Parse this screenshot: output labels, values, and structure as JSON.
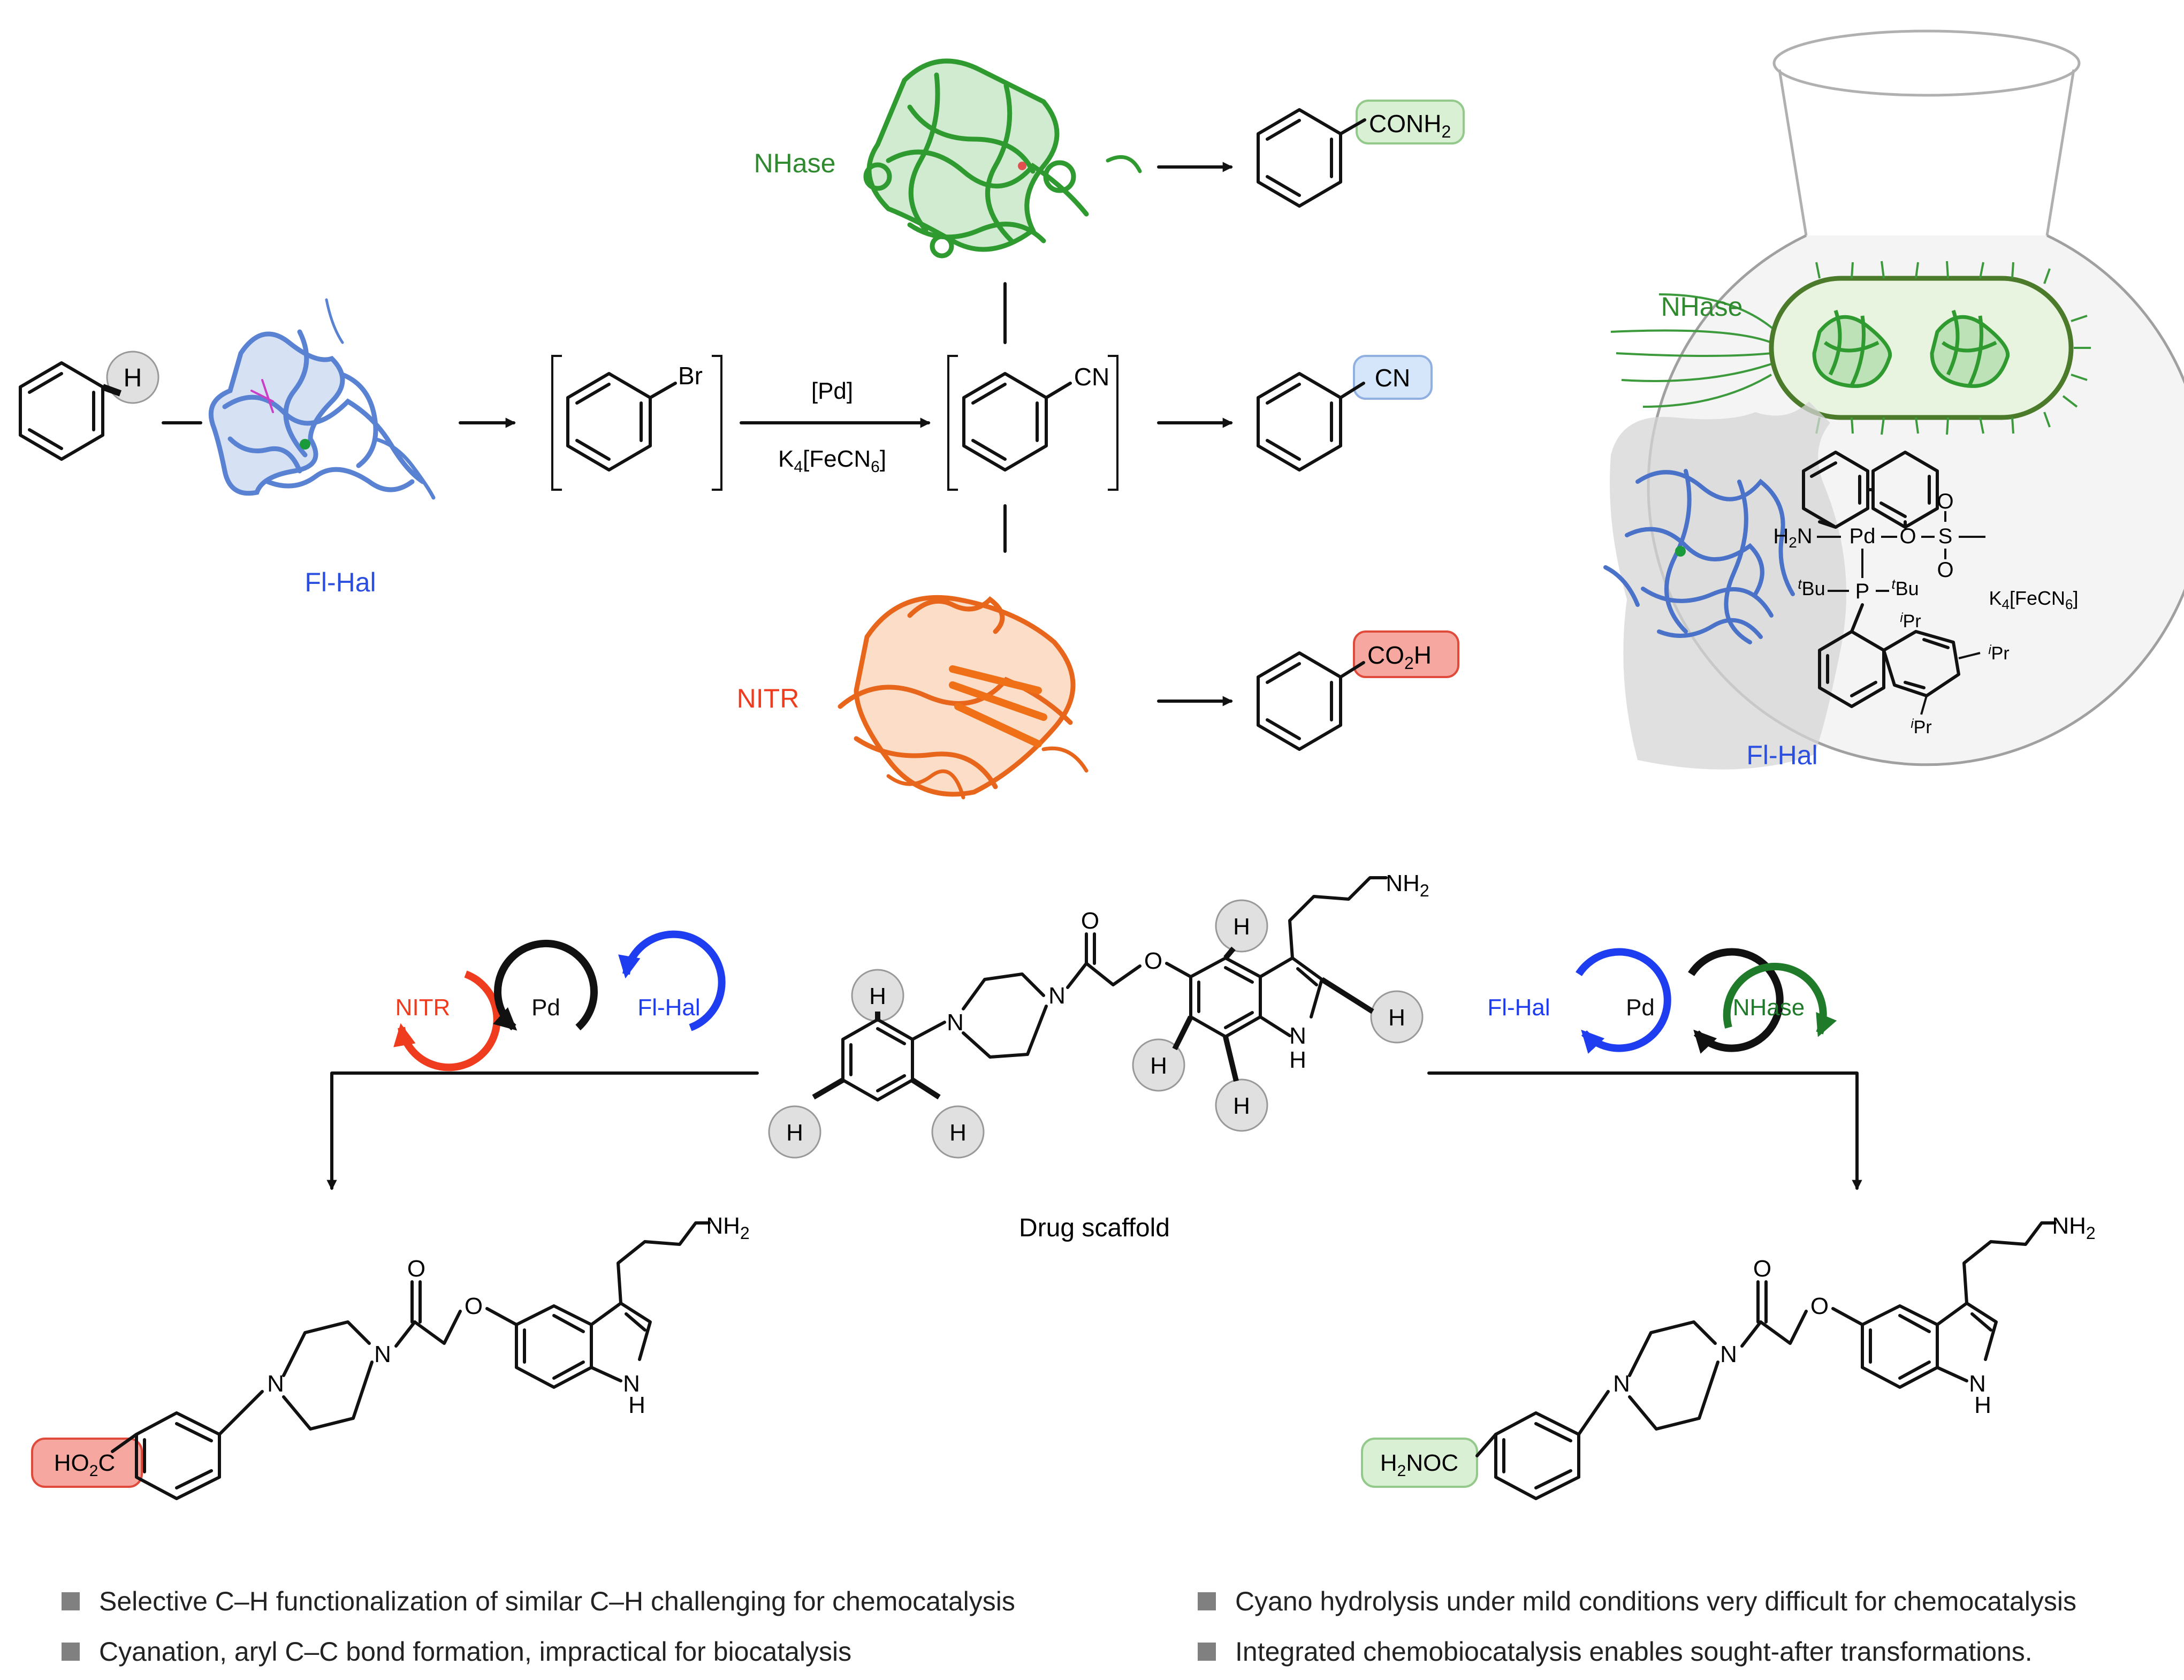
{
  "top_scheme": {
    "substrate_h": "H",
    "flhal_label": "Fl-Hal",
    "bromide_label": "Br",
    "pd_reagent": "[Pd]",
    "cyanide_reagent_main": "K",
    "cyanide_reagent_sub1": "4",
    "cyanide_reagent_mid": "[FeCN",
    "cyanide_reagent_sub2": "6",
    "cyanide_reagent_end": "]",
    "nitrile_label": "CN",
    "nhase_label": "NHase",
    "nitr_label": "NITR",
    "amide_product": "CONH",
    "amide_sub": "2",
    "nitrile_product": "CN",
    "acid_product": "CO",
    "acid_sub": "2",
    "acid_end": "H"
  },
  "flask": {
    "nhase_label": "NHase",
    "flhal_label": "Fl-Hal",
    "h2n": "H",
    "h2n_sub": "2",
    "h2n_n": "N",
    "pd": "Pd",
    "o": "O",
    "s": "S",
    "o_top": "O",
    "o_bottom": "O",
    "p": "P",
    "tbu_left": "Bu",
    "tbu_right": "Bu",
    "t_sup": "t",
    "ipr1": "Pr",
    "ipr2": "Pr",
    "ipr3": "Pr",
    "i_sup": "i",
    "reagent": "K",
    "reagent_sub1": "4",
    "reagent_mid": "[FeCN",
    "reagent_sub2": "6",
    "reagent_end": "]"
  },
  "cascades": {
    "left": [
      "NITR",
      "Pd",
      "Fl-Hal"
    ],
    "right": [
      "Fl-Hal",
      "Pd",
      "NHase"
    ]
  },
  "scaffold": {
    "caption": "Drug scaffold",
    "nh2": "NH",
    "nh2_sub": "2",
    "o_carbonyl": "O",
    "o_ether": "O",
    "n_pip1": "N",
    "n_pip2": "N",
    "nh_indole": "N",
    "h_indole": "H",
    "h": "H"
  },
  "products": {
    "left_tag": "HO",
    "left_tag_sub": "2",
    "left_tag_end": "C",
    "right_tag": "H",
    "right_tag_sub": "2",
    "right_tag_end": "NOC"
  },
  "bullets": [
    "Selective C–H functionalization of similar C–H challenging for chemocatalysis",
    "Cyanation, aryl C–C bond formation, impractical for biocatalysis",
    "Cyano hydrolysis under mild conditions very difficult for chemocatalysis",
    "Integrated chemobiocatalysis enables sought-after transformations."
  ],
  "colors": {
    "flhal_blue": "#2a4fe0",
    "protein_blue": "#5a82d2",
    "nhase_green": "#2f8a2f",
    "nitr_red": "#f03c1e",
    "nitr_orange": "#e8661c",
    "green_tag": "#d9f0d4",
    "blue_tag": "#d6e6fa",
    "red_tag": "#f6a8a0",
    "gray_h": "#e0e0e0"
  }
}
